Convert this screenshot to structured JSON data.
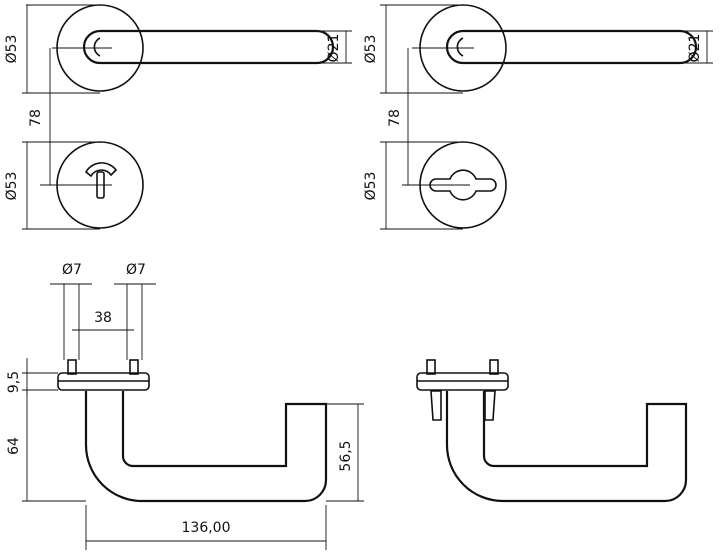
{
  "dimensions": {
    "rose_diameter": "Ø53",
    "lever_diameter": "Ø21",
    "spacing": "78",
    "pin_diameter": "Ø7",
    "pin_spacing": "38",
    "rose_thickness": "9,5",
    "lever_height": "64",
    "lever_inner_height": "56,5",
    "lever_length": "136,00"
  }
}
